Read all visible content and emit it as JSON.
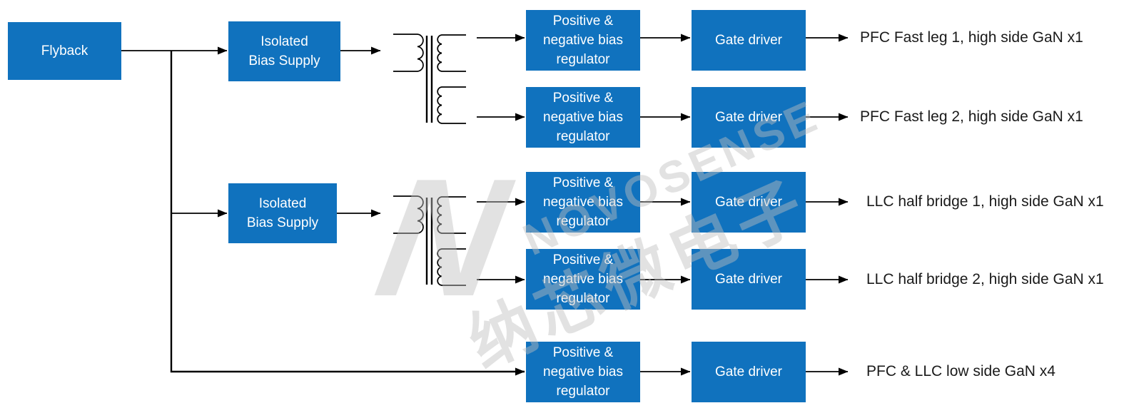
{
  "colors": {
    "box_fill": "#1072BE",
    "box_text": "#FFFFFF",
    "line": "#000000",
    "label_text": "#1A1A1A"
  },
  "diagram": {
    "flyback": {
      "label": "Flyback"
    },
    "isolated_bias_supplies": [
      {
        "label": "Isolated\nBias Supply"
      },
      {
        "label": "Isolated\nBias Supply"
      }
    ],
    "rows": [
      {
        "regulator": "Positive &\nnegative bias\nregulator",
        "driver": "Gate driver",
        "output": "PFC Fast leg 1, high side GaN x1"
      },
      {
        "regulator": "Positive &\nnegative bias\nregulator",
        "driver": "Gate driver",
        "output": "PFC Fast leg 2, high side GaN x1"
      },
      {
        "regulator": "Positive &\nnegative bias\nregulator",
        "driver": "Gate driver",
        "output": "LLC half bridge 1, high side GaN x1"
      },
      {
        "regulator": "Positive &\nnegative bias\nregulator",
        "driver": "Gate driver",
        "output": "LLC half bridge 2, high side GaN x1"
      },
      {
        "regulator": "Positive &\nnegative bias\nregulator",
        "driver": "Gate driver",
        "output": "PFC & LLC low side GaN x4"
      }
    ]
  },
  "watermark": {
    "logo_letter": "N",
    "brand": "NOVOSENSE",
    "brand_cn": "纳芯微电子"
  }
}
